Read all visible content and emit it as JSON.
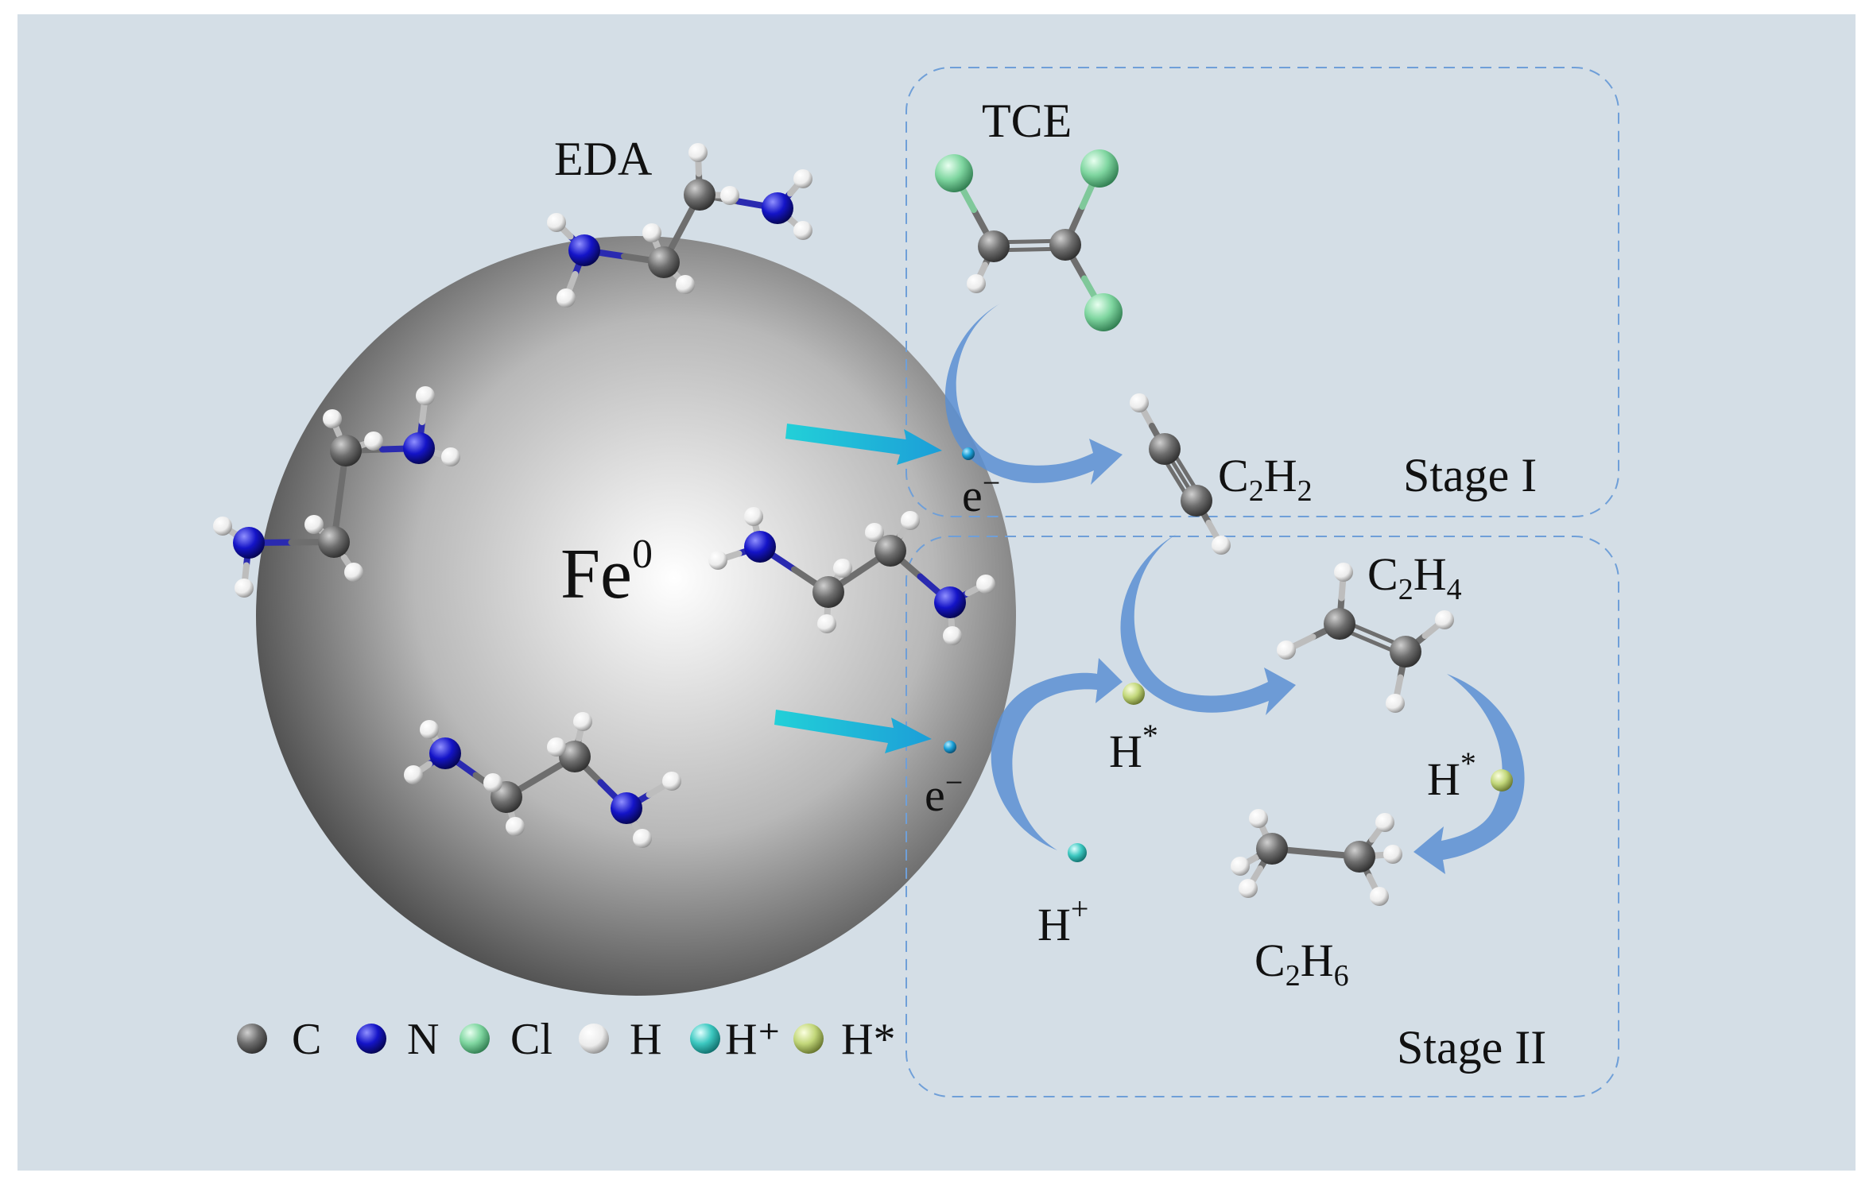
{
  "labels": {
    "particle": "Fe",
    "particle_sup": "0",
    "eda": "EDA",
    "tce": "TCE",
    "c2h2": {
      "a": "C",
      "b": "2",
      "c": "H",
      "d": "2"
    },
    "c2h4": {
      "a": "C",
      "b": "2",
      "c": "H",
      "d": "4"
    },
    "c2h6": {
      "a": "C",
      "b": "2",
      "c": "H",
      "d": "6"
    },
    "stage1": "Stage I",
    "stage2": "Stage II",
    "electron": "e",
    "electron_sup": "−",
    "hstar": "H",
    "hstar_sup": "*",
    "hplus": "H",
    "hplus_sup": "+"
  },
  "legend": [
    {
      "label": "C",
      "color": "#6e6e6e"
    },
    {
      "label": "N",
      "color": "#1414c8"
    },
    {
      "label": "Cl",
      "color": "#7fd6a0"
    },
    {
      "label": "H",
      "color": "#f2f2f2"
    },
    {
      "label": "H⁺",
      "color": "#3cc8c0"
    },
    {
      "label": "H*",
      "color": "#c2d77a"
    }
  ],
  "colors": {
    "background": "#d4dee6",
    "stage_border": "#6f9fd8",
    "flow_arrow": "#5a8fd2",
    "electron_arrow": "#20c4d4",
    "electron": "#1aa0d8",
    "h_plus": "#3cc8c0",
    "h_star": "#c2d77a",
    "carbon": "#6e6e6e",
    "nitrogen": "#1414c8",
    "chlorine": "#7fd6a0",
    "hydrogen": "#f2f2f2"
  }
}
